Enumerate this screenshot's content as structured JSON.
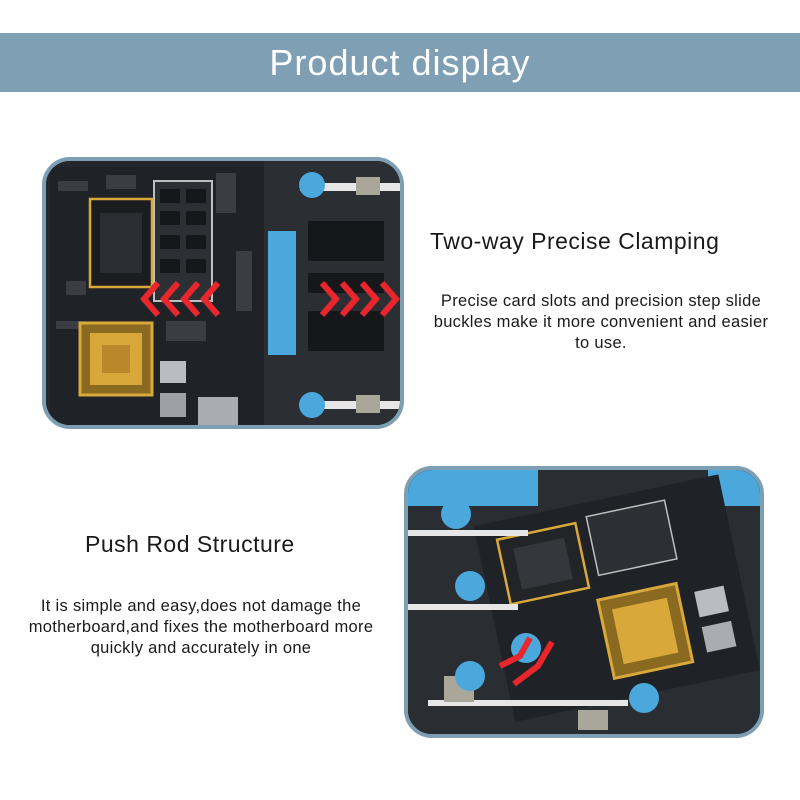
{
  "header": {
    "title": "Product display"
  },
  "features": [
    {
      "title": "Two-way Precise Clamping",
      "description": "Precise card slots and precision step slide buckles make it more convenient and easier to use."
    },
    {
      "title": "Push Rod Structure",
      "description": "It is simple and easy,does not damage the motherboard,and fixes the motherboard more quickly and accurately in one"
    }
  ],
  "colors": {
    "banner": "#7f9fb4",
    "frame_border": "#7e9fb3",
    "clip_blue": "#4aa8dc",
    "arrow_red": "#e8262b",
    "chip_gold": "#d8a83a"
  }
}
